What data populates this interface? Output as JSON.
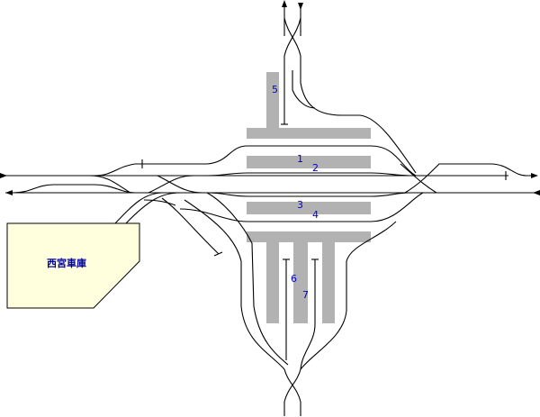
{
  "colors": {
    "track": "#000000",
    "platform": "#b2b2b2",
    "depot_fill": "#ffffdd",
    "platform_number": "#0000cc",
    "depot_label": "#000099"
  },
  "platforms": [
    {
      "id": "1",
      "number": "1"
    },
    {
      "id": "2",
      "number": "2"
    },
    {
      "id": "3",
      "number": "3"
    },
    {
      "id": "4",
      "number": "4"
    },
    {
      "id": "5",
      "number": "5"
    },
    {
      "id": "6",
      "number": "6"
    },
    {
      "id": "7",
      "number": "7"
    }
  ],
  "depot": {
    "label": "西宮車庫"
  },
  "direction_arrows": [
    "arrow-left-icon",
    "arrow-right-icon",
    "arrow-up-icon",
    "arrow-down-icon"
  ]
}
